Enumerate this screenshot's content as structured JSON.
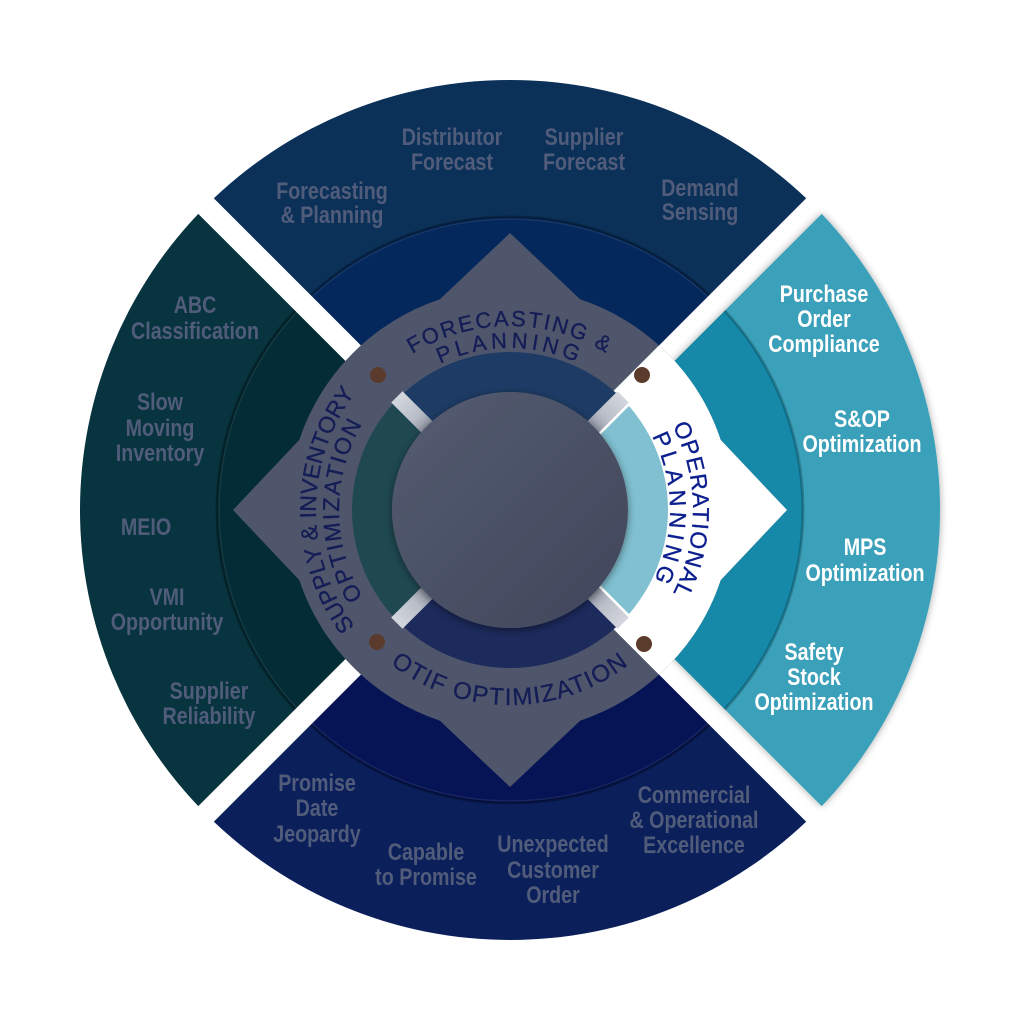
{
  "sections": [
    {
      "id": "forecasting-planning",
      "title_lines": [
        "FORECASTING &",
        "PLANNING"
      ],
      "active": false,
      "items": [
        {
          "lines": [
            "Forecasting",
            "& Planning"
          ]
        },
        {
          "lines": [
            "Distributor",
            "Forecast"
          ]
        },
        {
          "lines": [
            "Supplier",
            "Forecast"
          ]
        },
        {
          "lines": [
            "Demand",
            "Sensing"
          ]
        }
      ]
    },
    {
      "id": "operational-planning",
      "title_lines": [
        "OPERATIONAL",
        "PLANNING"
      ],
      "active": true,
      "items": [
        {
          "lines": [
            "Purchase",
            "Order",
            "Compliance"
          ]
        },
        {
          "lines": [
            "S&OP",
            "Optimization"
          ]
        },
        {
          "lines": [
            "MPS",
            "Optimization"
          ]
        },
        {
          "lines": [
            "Safety",
            "Stock",
            "Optimization"
          ]
        }
      ]
    },
    {
      "id": "otif-optimization",
      "title_lines": [
        "OTIF OPTIMIZATION"
      ],
      "active": false,
      "items": [
        {
          "lines": [
            "Promise",
            "Date",
            "Jeopardy"
          ]
        },
        {
          "lines": [
            "Capable",
            "to Promise"
          ]
        },
        {
          "lines": [
            "Unexpected",
            "Customer",
            "Order"
          ]
        },
        {
          "lines": [
            "Commercial",
            "& Operational",
            "Excellence"
          ]
        }
      ]
    },
    {
      "id": "supply-inventory-optimization",
      "title_lines": [
        "SUPPLY & INVENTORY",
        "OPTIMIZATION"
      ],
      "active": false,
      "items": [
        {
          "lines": [
            "ABC",
            "Classification"
          ]
        },
        {
          "lines": [
            "Slow",
            "Moving",
            "Inventory"
          ]
        },
        {
          "lines": [
            "MEIO"
          ]
        },
        {
          "lines": [
            "VMI",
            "Opportunity"
          ]
        },
        {
          "lines": [
            "Supplier",
            "Reliability"
          ]
        }
      ]
    }
  ],
  "colors": {
    "forecasting_outer": "#0b3159",
    "forecasting_middle": "#04285c",
    "forecasting_band": "#1d3b64",
    "operational_outer": "#3aa0b9",
    "operational_middle": "#1688a8",
    "operational_band": "#80c0d1",
    "operational_hub": "#ffffff",
    "otif_outer": "#0b1f5b",
    "otif_middle": "#061455",
    "otif_band": "#1c2a5c",
    "supply_outer": "#07343f",
    "supply_middle": "#032c36",
    "supply_band": "#1f4851",
    "hub": "#4f566b",
    "marker": "#5b3b2c",
    "label_muted": "#515c7a",
    "label_active": "#ffffff",
    "hub_text": "#141d56",
    "hub_text_active": "#0c1f8e"
  }
}
